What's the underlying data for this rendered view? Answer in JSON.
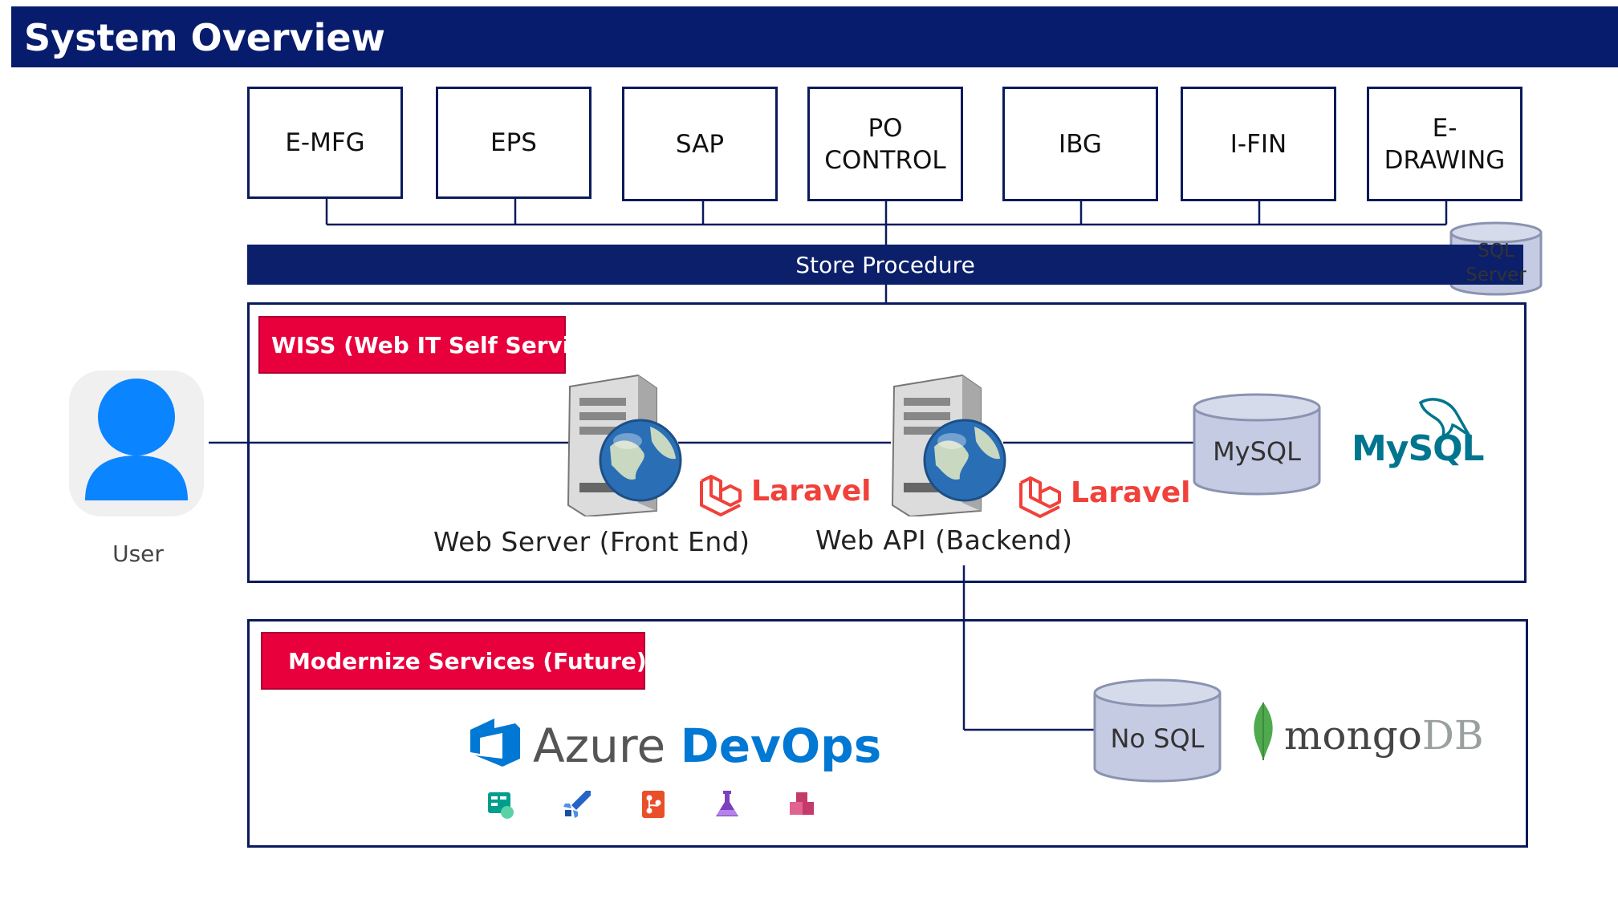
{
  "header": {
    "title": "System Overview"
  },
  "systems": [
    "E-MFG",
    "EPS",
    "SAP",
    "PO CONTROL",
    "IBG",
    "I-FIN",
    "E-DRAWING"
  ],
  "store_procedure": "Store Procedure",
  "sql_server": "SQL Server",
  "wiss": {
    "tag": "WISS (Web IT Self Service)",
    "web_server_label": "Web Server (Front End)",
    "web_api_label": "Web API (Backend)",
    "laravel_logo_text": "Laravel",
    "mysql_db_label": "MySQL",
    "mysql_logo_text": "MySQL"
  },
  "user": {
    "label": "User"
  },
  "future": {
    "tag": "Modernize Services (Future)",
    "azure_text_1": "Azure",
    "azure_text_2": "DevOps",
    "nosql_label": "No SQL",
    "mongo_text_1": "mongo",
    "mongo_text_2": "DB"
  },
  "colors": {
    "navy": "#071c6c",
    "red_tag": "#e8003d",
    "user_blue": "#0a84ff",
    "laravel_red": "#f0413a",
    "mysql_blue": "#00758f",
    "mysql_orange": "#f29111",
    "azure_blue": "#0078d4",
    "cylinder_fill": "#c5cbe3",
    "mongo_green": "#4fa94d"
  },
  "devops_icons": [
    "boards-icon",
    "pipelines-icon",
    "repos-icon",
    "test-plans-icon",
    "artifacts-icon"
  ]
}
